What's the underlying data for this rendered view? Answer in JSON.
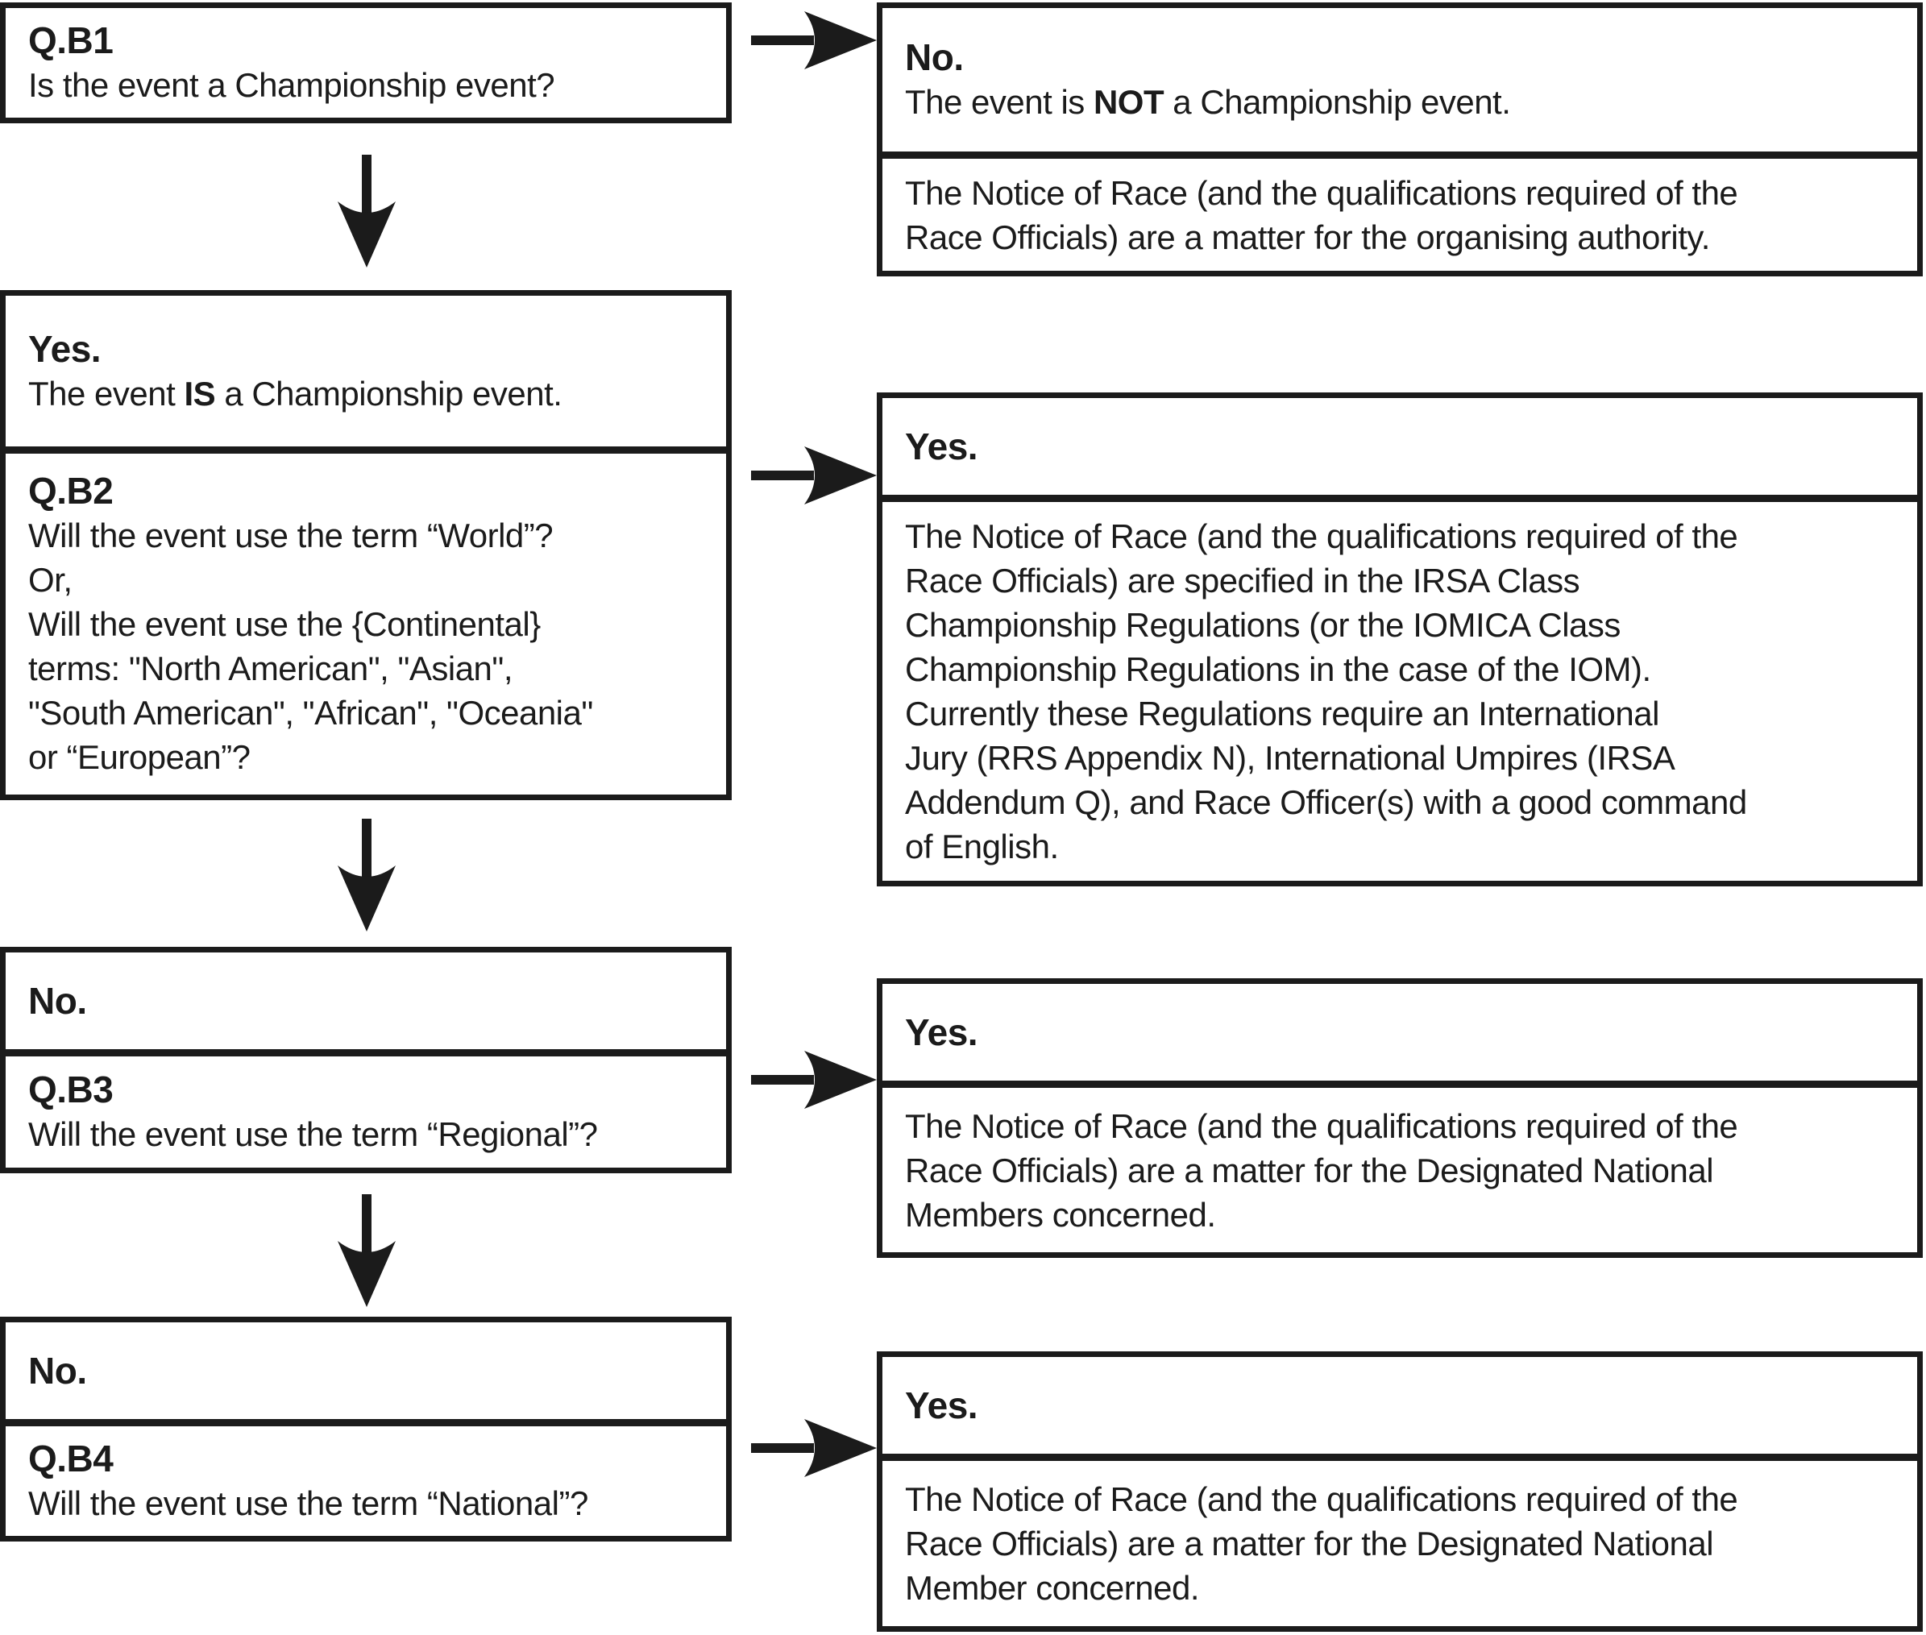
{
  "palette": {
    "background": "#ffffff",
    "ink": "#1b1b1b"
  },
  "boxes": {
    "qb1": {
      "heading": "Q.B1",
      "question": "Is the event a Championship event?"
    },
    "r1_no": {
      "heading": "No.",
      "statement_pre": "The event is ",
      "statement_bold": "NOT",
      "statement_post": " a Championship event."
    },
    "r1_note": {
      "lines": [
        "The Notice of Race (and the qualifications required of the",
        "Race Officials) are a matter for the organising authority."
      ]
    },
    "l2_yes": {
      "heading": "Yes.",
      "statement_pre": "The event ",
      "statement_bold": "IS",
      "statement_post": " a Championship event."
    },
    "qb2": {
      "heading": "Q.B2",
      "lines": [
        "Will the event use the term “World”?",
        "Or,",
        "Will the event use the {Continental}",
        "terms: \"North American\", \"Asian\",",
        "\"South American\", \"African\", \"Oceania\"",
        "or “European”?"
      ]
    },
    "r2_yes": {
      "heading": "Yes."
    },
    "r2_note": {
      "lines": [
        "The Notice of Race (and the qualifications required of the",
        "Race Officials) are specified in the IRSA Class",
        "Championship Regulations (or the IOMICA Class",
        "Championship Regulations in the case of the IOM).",
        "Currently these Regulations require an International",
        "Jury (RRS Appendix N), International Umpires (IRSA",
        "Addendum Q), and Race Officer(s) with a good command",
        "of English."
      ]
    },
    "l3_no": {
      "heading": "No."
    },
    "qb3": {
      "heading": "Q.B3",
      "lines": [
        "Will the event use the term “Regional”?"
      ]
    },
    "r3_yes": {
      "heading": "Yes."
    },
    "r3_note": {
      "lines": [
        "The Notice of Race (and the qualifications required of the",
        "Race Officials) are a matter for the Designated National",
        "Members concerned."
      ]
    },
    "l4_no": {
      "heading": "No."
    },
    "qb4": {
      "heading": "Q.B4",
      "lines": [
        "Will the event use the term “National”?"
      ]
    },
    "r4_yes": {
      "heading": "Yes."
    },
    "r4_note": {
      "lines": [
        "The Notice of Race (and the qualifications required of the",
        "Race Officials) are a matter for the Designated National",
        "Member concerned."
      ]
    }
  }
}
